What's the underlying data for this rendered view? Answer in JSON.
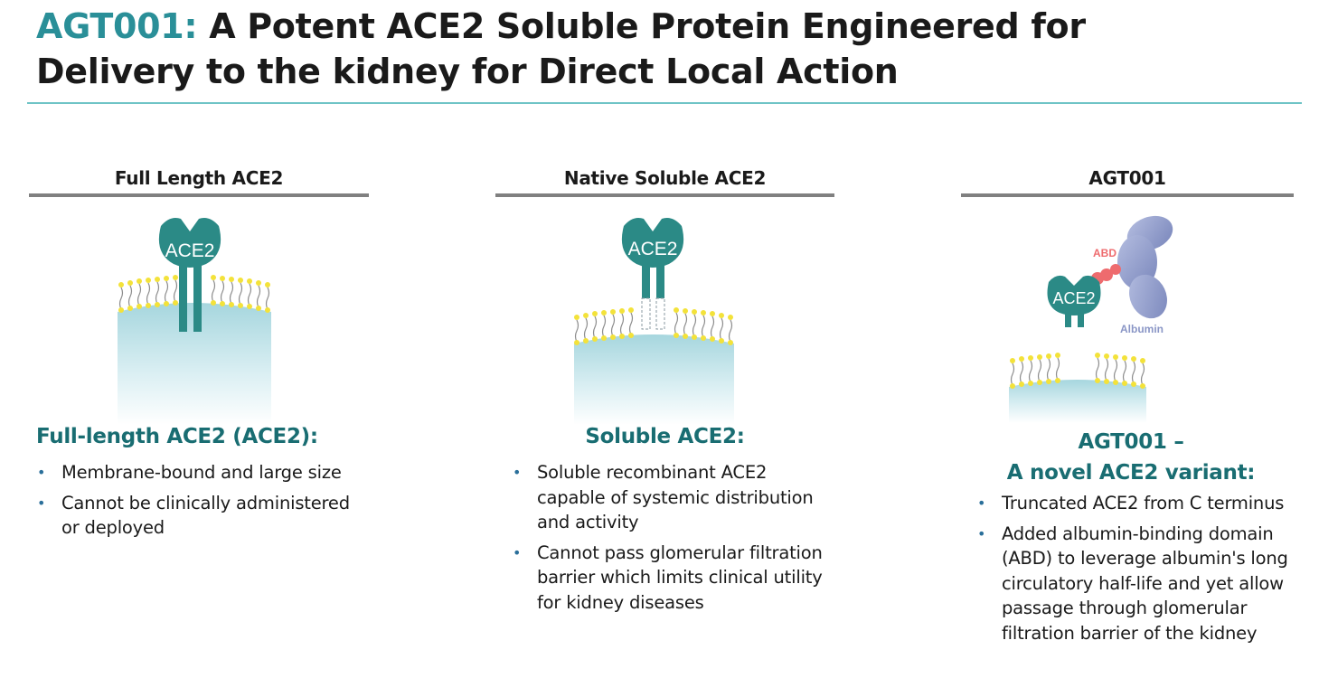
{
  "title": {
    "accent": "AGT001:",
    "line1_rest": " A Potent ACE2 Soluble Protein Engineered for",
    "line2": "Delivery to the kidney for Direct Local Action"
  },
  "columns": [
    {
      "header": "Full Length ACE2",
      "illustration_label": "ACE2",
      "subtitle": "Full-length ACE2 (ACE2):",
      "bullets": [
        "Membrane-bound and large size",
        "Cannot be clinically administered or deployed"
      ]
    },
    {
      "header": "Native Soluble ACE2",
      "illustration_label": "ACE2",
      "subtitle": "Soluble ACE2:",
      "bullets": [
        "Soluble recombinant ACE2 capable of systemic distribution and activity",
        "Cannot pass glomerular filtration barrier which limits clinical utility for kidney diseases"
      ]
    },
    {
      "header": "AGT001",
      "illustration_label": "ACE2",
      "abd_label": "ABD",
      "albumin_label": "Albumin",
      "subtitle_line1": "AGT001 –",
      "subtitle_line2": "A novel ACE2 variant:",
      "bullets": [
        "Truncated ACE2 from C terminus",
        "Added albumin-binding domain (ABD) to leverage albumin's long circulatory half-life and yet allow passage through glomerular filtration barrier of the kidney"
      ]
    }
  ],
  "colors": {
    "accent": "#2a8f98",
    "ace2": "#2b8a86",
    "subtitle": "#196d72",
    "albumin": "#8a96c6",
    "abd": "#ee6b6e",
    "lipid_head": "#f3e23a"
  }
}
